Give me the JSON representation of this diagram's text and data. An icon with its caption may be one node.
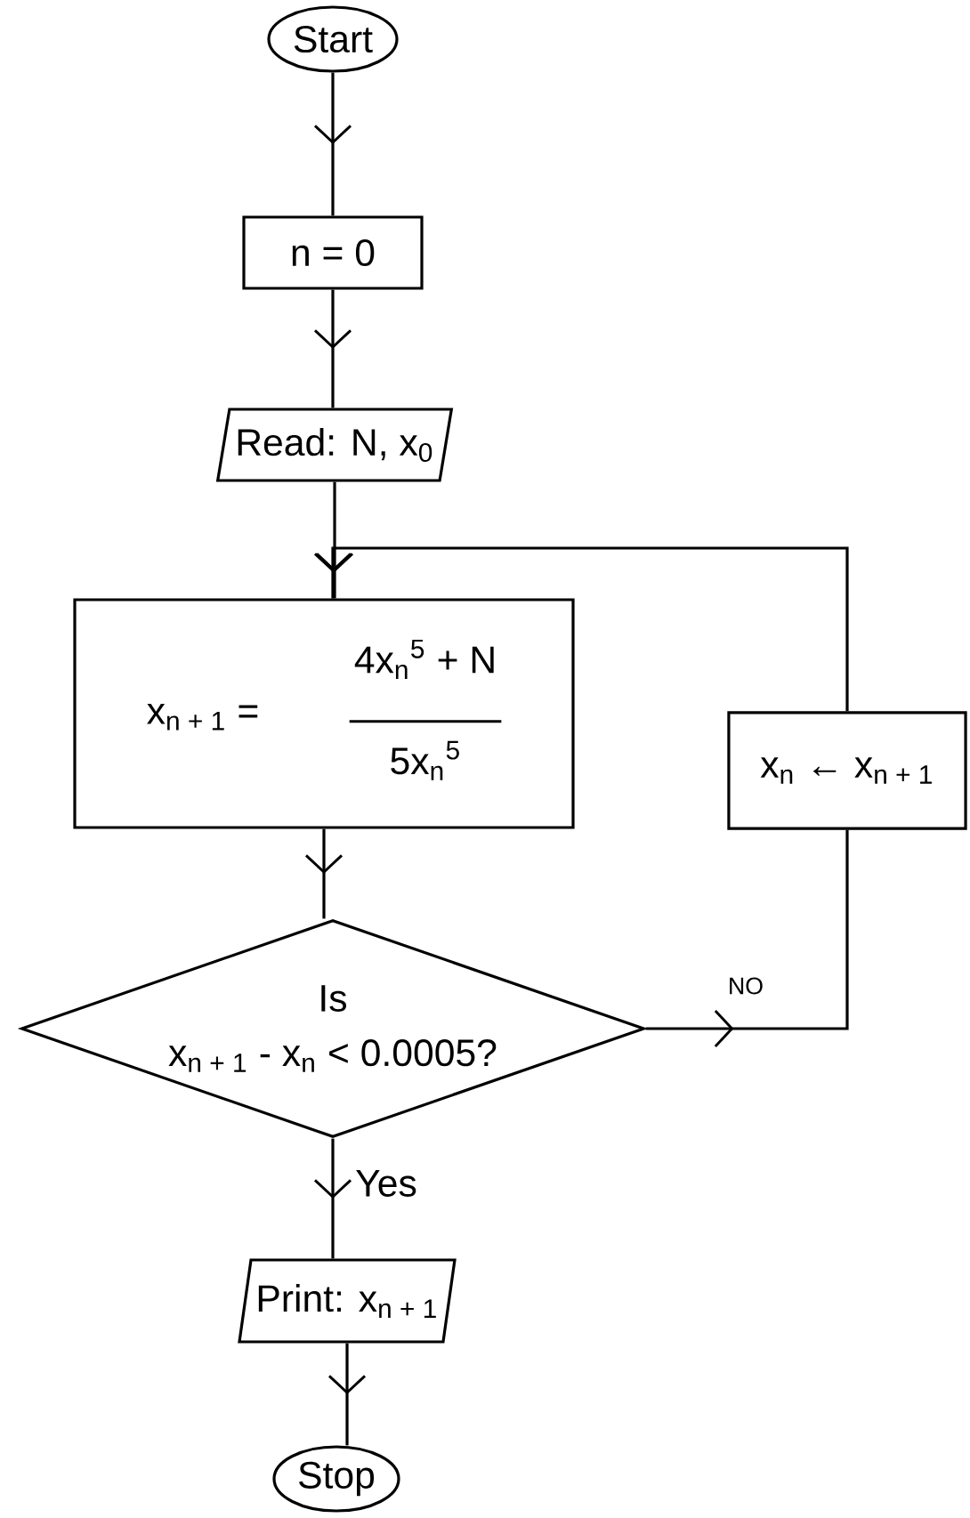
{
  "diagram": {
    "nodes": [
      {
        "text": [
          "Start"
        ]
      },
      {
        "text": [
          "n = 0"
        ]
      },
      {
        "text": [
          "Read: N, x$_{0}$"
        ]
      },
      {
        "text": [
          "x$_{n + 1}$ =",
          "4x$_{n}$$^{5}$ + N",
          "5x$_{n}$$^{5}$"
        ]
      },
      {
        "text": [
          "Is",
          "x$_{n + 1}$ - x$_{n}$ < 0.0005?"
        ]
      },
      {
        "text": [
          "x$_{n}$ ← x$_{n + 1}$"
        ]
      },
      {
        "text": [
          "Print: x$_{n + 1}$"
        ]
      },
      {
        "text": [
          "Stop"
        ]
      }
    ],
    "edges": [
      {
        "from": 0,
        "to": 1,
        "arrow": "to"
      },
      {
        "from": 1,
        "to": 2,
        "arrow": "to"
      },
      {
        "from": 2,
        "to": 3,
        "arrow": "to"
      },
      {
        "from": 3,
        "to": 4,
        "arrow": "to"
      },
      {
        "from": 4,
        "to": 5,
        "arrow": "to",
        "label": "NO"
      },
      {
        "from": 5,
        "to": 3,
        "arrow": "to"
      },
      {
        "from": 4,
        "to": 6,
        "arrow": "to",
        "label": "Yes"
      },
      {
        "from": 6,
        "to": 7,
        "arrow": "to"
      }
    ]
  }
}
